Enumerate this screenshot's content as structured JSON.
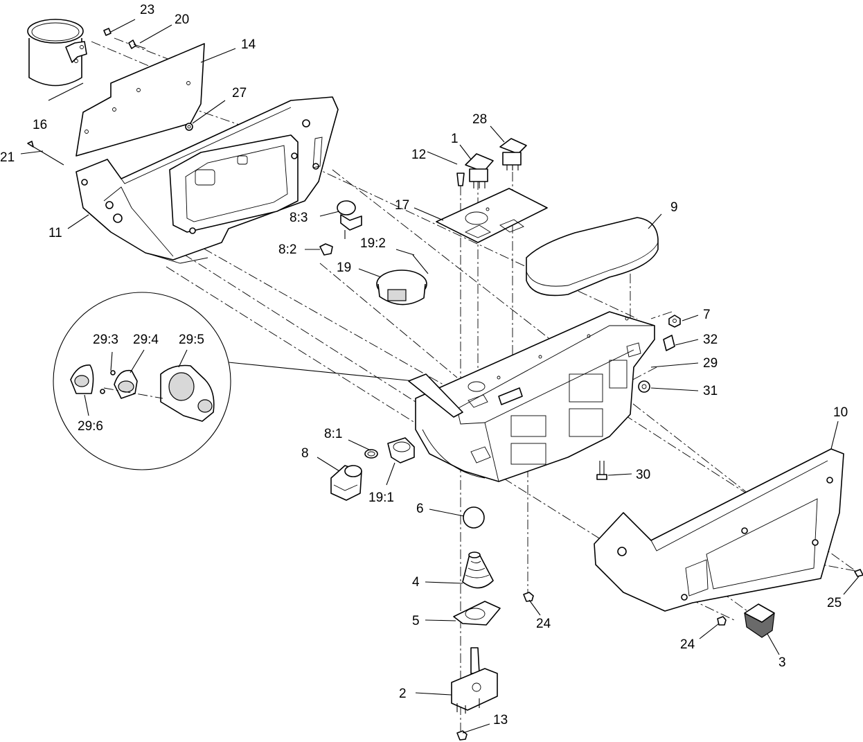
{
  "callouts": {
    "c1": "1",
    "c2": "2",
    "c3": "3",
    "c4": "4",
    "c5": "5",
    "c6": "6",
    "c7": "7",
    "c8": "8",
    "c8_1": "8:1",
    "c8_2": "8:2",
    "c8_3": "8:3",
    "c9": "9",
    "c10": "10",
    "c11": "11",
    "c12": "12",
    "c13": "13",
    "c14": "14",
    "c16": "16",
    "c17": "17",
    "c19": "19",
    "c19_1": "19:1",
    "c19_2": "19:2",
    "c20": "20",
    "c21": "21",
    "c23": "23",
    "c24a": "24",
    "c24b": "24",
    "c25": "25",
    "c27": "27",
    "c28": "28",
    "c29": "29",
    "c29_3": "29:3",
    "c29_4": "29:4",
    "c29_5": "29:5",
    "c29_6": "29:6",
    "c30": "30",
    "c31": "31",
    "c32": "32"
  }
}
